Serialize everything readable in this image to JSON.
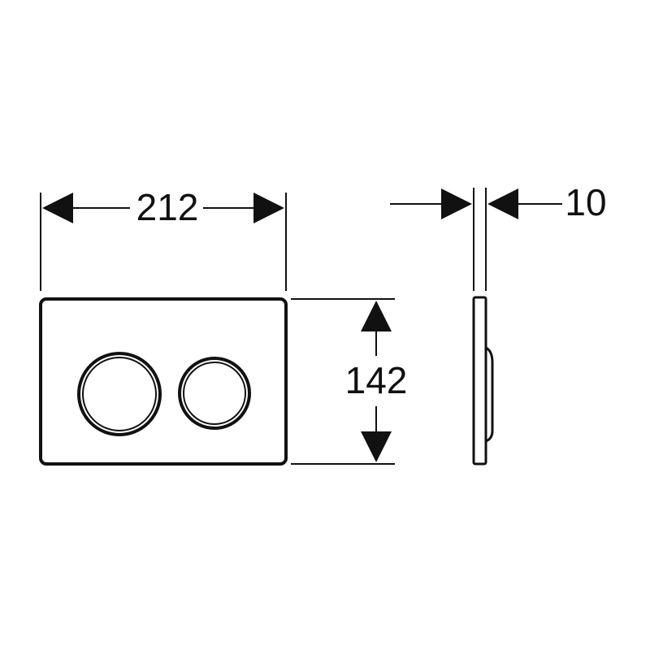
{
  "colors": {
    "line": "#111111",
    "background": "#ffffff"
  },
  "dimensions": {
    "width": "212",
    "height": "142",
    "depth": "10"
  },
  "front_view": {
    "buttons": [
      {
        "name": "large-flush-button"
      },
      {
        "name": "small-flush-button"
      }
    ]
  }
}
